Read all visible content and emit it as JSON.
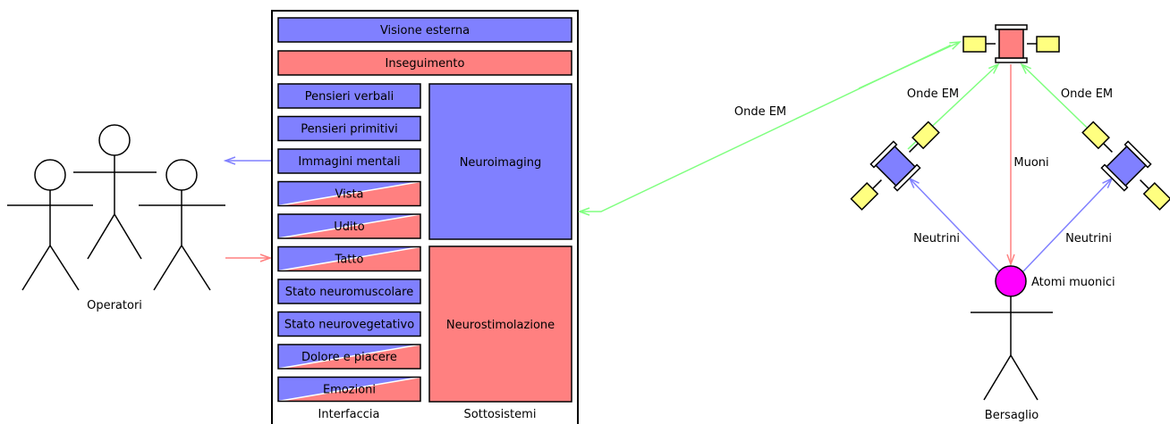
{
  "colors": {
    "blue": "#8080ff",
    "red": "#ff8080",
    "green": "#80ff80",
    "yellow": "#ffff80",
    "magenta": "#ff00ff",
    "outline": "#000000"
  },
  "panel": {
    "top_items": [
      "Visione esterna",
      "Inseguimento"
    ],
    "interface_items": [
      {
        "label": "Pensieri verbali",
        "fill": "blue"
      },
      {
        "label": "Pensieri primitivi",
        "fill": "blue"
      },
      {
        "label": "Immagini mentali",
        "fill": "blue"
      },
      {
        "label": "Vista",
        "fill": "split"
      },
      {
        "label": "Udito",
        "fill": "split"
      },
      {
        "label": "Tatto",
        "fill": "split"
      },
      {
        "label": "Stato neuromuscolare",
        "fill": "blue"
      },
      {
        "label": "Stato neurovegetativo",
        "fill": "blue"
      },
      {
        "label": "Dolore e piacere",
        "fill": "split"
      },
      {
        "label": "Emozioni",
        "fill": "split"
      }
    ],
    "neuroimaging": "Neuroimaging",
    "neurostimolazione": "Neurostimolazione",
    "interfaccia_label": "Interfaccia",
    "sottosistemi_label": "Sottosistemi"
  },
  "operators": {
    "label": "Operatori"
  },
  "target": {
    "label": "Bersaglio",
    "atom_label": "Atomi muonici"
  },
  "links": {
    "onde_em": "Onde EM",
    "muoni": "Muoni",
    "neutrini": "Neutrini"
  }
}
